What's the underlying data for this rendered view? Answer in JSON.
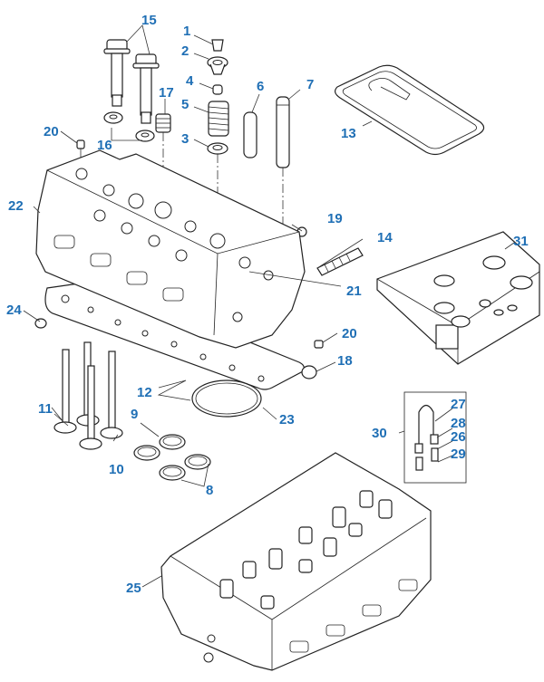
{
  "diagram": {
    "title": "Cylinder head exploded parts diagram",
    "callout_color": "#1f6fb5",
    "callouts": [
      {
        "id": "c1",
        "label": "1",
        "part": "valve-keeper"
      },
      {
        "id": "c2",
        "label": "2",
        "part": "spring-retainer"
      },
      {
        "id": "c3",
        "label": "3",
        "part": "spring-seat"
      },
      {
        "id": "c4",
        "label": "4",
        "part": "valve-stem-seal"
      },
      {
        "id": "c5",
        "label": "5",
        "part": "valve-spring"
      },
      {
        "id": "c6",
        "label": "6",
        "part": "valve-guide"
      },
      {
        "id": "c7",
        "label": "7",
        "part": "valve-guide"
      },
      {
        "id": "c8",
        "label": "8",
        "part": "valve-seat-insert"
      },
      {
        "id": "c9",
        "label": "9",
        "part": "valve-seat-insert"
      },
      {
        "id": "c10",
        "label": "10",
        "part": "exhaust-valve"
      },
      {
        "id": "c11",
        "label": "11",
        "part": "intake-valve"
      },
      {
        "id": "c12",
        "label": "12",
        "part": "head-gasket"
      },
      {
        "id": "c13",
        "label": "13",
        "part": "valve-cover-gasket"
      },
      {
        "id": "c14",
        "label": "14",
        "part": "stud"
      },
      {
        "id": "c15",
        "label": "15",
        "part": "head-bolt"
      },
      {
        "id": "c16",
        "label": "16",
        "part": "washer"
      },
      {
        "id": "c17",
        "label": "17",
        "part": "spring"
      },
      {
        "id": "c18",
        "label": "18",
        "part": "plug"
      },
      {
        "id": "c19",
        "label": "19",
        "part": "plug"
      },
      {
        "id": "c20a",
        "label": "20",
        "part": "plug"
      },
      {
        "id": "c20b",
        "label": "20",
        "part": "plug"
      },
      {
        "id": "c21",
        "label": "21",
        "part": "dowel"
      },
      {
        "id": "c22",
        "label": "22",
        "part": "cylinder-head"
      },
      {
        "id": "c23",
        "label": "23",
        "part": "o-ring"
      },
      {
        "id": "c24",
        "label": "24",
        "part": "plug"
      },
      {
        "id": "c25",
        "label": "25",
        "part": "cylinder-head-assembly"
      },
      {
        "id": "c26",
        "label": "26",
        "part": "fitting"
      },
      {
        "id": "c27",
        "label": "27",
        "part": "tube"
      },
      {
        "id": "c28",
        "label": "28",
        "part": "nut"
      },
      {
        "id": "c29",
        "label": "29",
        "part": "connector"
      },
      {
        "id": "c30",
        "label": "30",
        "part": "tube-kit"
      },
      {
        "id": "c31",
        "label": "31",
        "part": "gasket-kit"
      }
    ]
  }
}
